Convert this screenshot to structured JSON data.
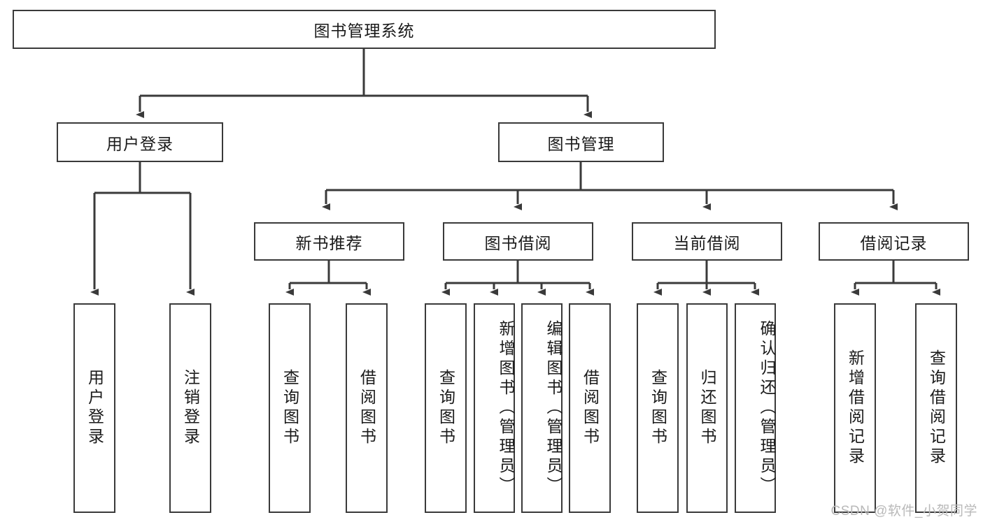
{
  "diagram": {
    "type": "tree-hierarchy",
    "title": "图书管理系统",
    "root": {
      "label": "图书管理系统"
    },
    "level2": [
      {
        "id": "user-login",
        "label": "用户登录"
      },
      {
        "id": "book-management",
        "label": "图书管理"
      }
    ],
    "level3": [
      {
        "id": "new-book-recommend",
        "label": "新书推荐",
        "parent": "book-management"
      },
      {
        "id": "book-borrow",
        "label": "图书借阅",
        "parent": "book-management"
      },
      {
        "id": "current-borrow",
        "label": "当前借阅",
        "parent": "book-management"
      },
      {
        "id": "borrow-record",
        "label": "借阅记录",
        "parent": "book-management"
      }
    ],
    "leaves": {
      "user-login": [
        {
          "id": "leaf-user-login",
          "label": "用户登录"
        },
        {
          "id": "leaf-logout",
          "label": "注销登录"
        }
      ],
      "new-book-recommend": [
        {
          "id": "leaf-query-book-1",
          "label": "查询图书"
        },
        {
          "id": "leaf-borrow-book-1",
          "label": "借阅图书"
        }
      ],
      "book-borrow": [
        {
          "id": "leaf-query-book-2",
          "label": "查询图书"
        },
        {
          "id": "leaf-add-book",
          "label": "新增图书（管理员）"
        },
        {
          "id": "leaf-edit-book",
          "label": "编辑图书（管理员）"
        },
        {
          "id": "leaf-borrow-book-2",
          "label": "借阅图书"
        }
      ],
      "current-borrow": [
        {
          "id": "leaf-query-book-3",
          "label": "查询图书"
        },
        {
          "id": "leaf-return-book",
          "label": "归还图书"
        },
        {
          "id": "leaf-confirm-return",
          "label": "确认归还（管理员）"
        }
      ],
      "borrow-record": [
        {
          "id": "leaf-add-record",
          "label": "新增借阅记录"
        },
        {
          "id": "leaf-query-record",
          "label": "查询借阅记录"
        }
      ]
    },
    "colors": {
      "stroke": "#3a3a3a",
      "background": "#ffffff",
      "text": "#1a1a1a",
      "watermark": "#b9b9b9"
    }
  },
  "watermark": {
    "text": "CSDN @软件_小贺同学"
  }
}
